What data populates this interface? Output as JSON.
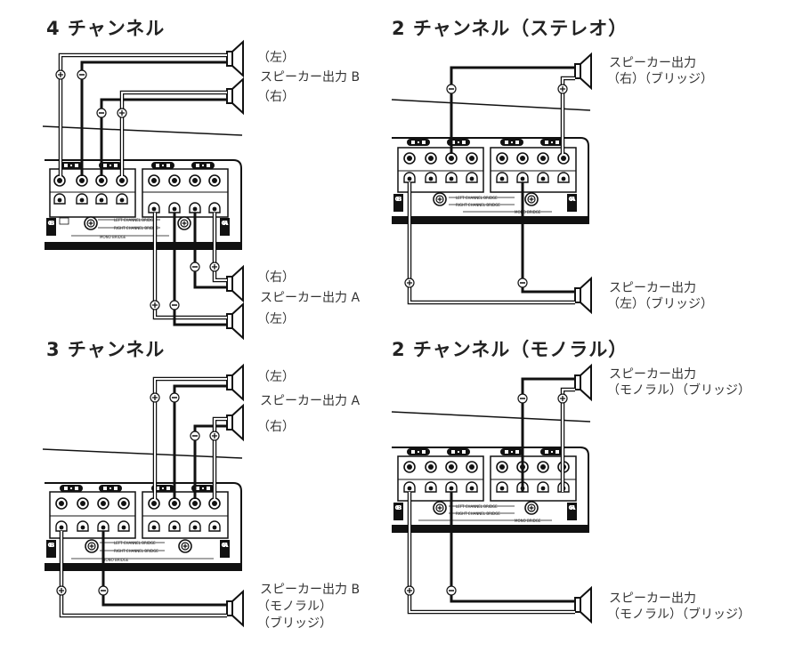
{
  "panels": {
    "four": {
      "title": "4 チャンネル",
      "spk_b": {
        "top": "（左）",
        "mid": "スピーカー出力 B",
        "bot": "（右）"
      },
      "spk_a": {
        "top": "（右）",
        "mid": "スピーカー出力 A",
        "bot": "（左）"
      }
    },
    "stereo": {
      "title": "2 チャンネル（ステレオ）",
      "spk_top": {
        "l1": "スピーカー出力",
        "l2": "（右）（ブリッジ）"
      },
      "spk_bot": {
        "l1": "スピーカー出力",
        "l2": "（左）（ブリッジ）"
      }
    },
    "three": {
      "title": "3 チャンネル",
      "spk_a": {
        "top": "（左）",
        "mid": "スピーカー出力 A",
        "bot": "（右）"
      },
      "spk_b": {
        "l1": "スピーカー出力 B",
        "l2": "（モノラル）",
        "l3": "（ブリッジ）"
      }
    },
    "mono": {
      "title": "2 チャンネル（モノラル）",
      "spk_top": {
        "l1": "スピーカー出力",
        "l2": "（モノラル）（ブリッジ）"
      },
      "spk_bot": {
        "l1": "スピーカー出力",
        "l2": "（モノラル）（ブリッジ）"
      }
    }
  },
  "amp": {
    "ch_b": "CH B",
    "ch_a": "CH A",
    "left_bridge": "LEFT CHANNEL BRIDGE",
    "right_bridge": "RIGHT CHANNEL BRIDGE",
    "mono_bridge": "MONO BRIDGE"
  },
  "symbols": {
    "plus": "+",
    "minus": "−"
  }
}
